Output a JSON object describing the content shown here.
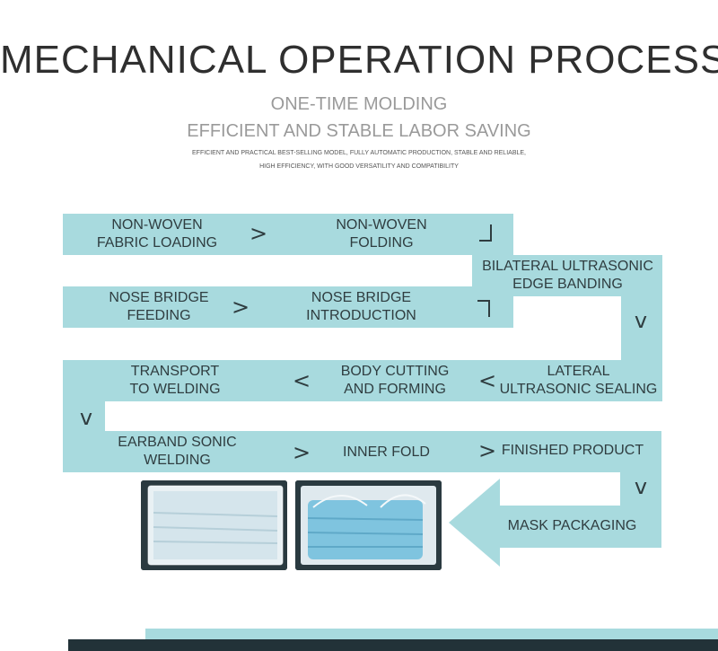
{
  "header": {
    "title": "MECHANICAL OPERATION PROCESS",
    "subtitle_1": "ONE-TIME MOLDING",
    "subtitle_2": "EFFICIENT AND STABLE LABOR SAVING",
    "desc_1": "EFFICIENT AND PRACTICAL BEST-SELLING MODEL, FULLY AUTOMATIC PRODUCTION, STABLE AND RELIABLE,",
    "desc_2": "HIGH EFFICIENCY, WITH GOOD VERSATILITY AND COMPATIBILITY"
  },
  "colors": {
    "band": "#a8dade",
    "text": "#2f3d40",
    "title": "#2f2f2f",
    "dark": "#223238"
  },
  "steps": {
    "s1": [
      "NON-WOVEN",
      "FABRIC LOADING"
    ],
    "s2": [
      "NON-WOVEN",
      "FOLDING"
    ],
    "s3": [
      "BILATERAL ULTRASONIC",
      "EDGE BANDING"
    ],
    "s4": [
      "NOSE BRIDGE",
      "FEEDING"
    ],
    "s5": [
      "NOSE BRIDGE",
      "INTRODUCTION"
    ],
    "s6": [
      "TRANSPORT",
      "TO WELDING"
    ],
    "s7": [
      "BODY CUTTING",
      "AND FORMING"
    ],
    "s8": [
      "LATERAL",
      "ULTRASONIC SEALING"
    ],
    "s9": [
      "EARBAND SONIC",
      "WELDING"
    ],
    "s10": "INNER FOLD",
    "s11": "FINISHED PRODUCT",
    "s12": "MASK PACKAGING"
  },
  "arrows": {
    "right": ">",
    "left": "<",
    "down": "v"
  },
  "images": [
    "folded-mask-package-photo",
    "blue-mask-package-photo"
  ]
}
